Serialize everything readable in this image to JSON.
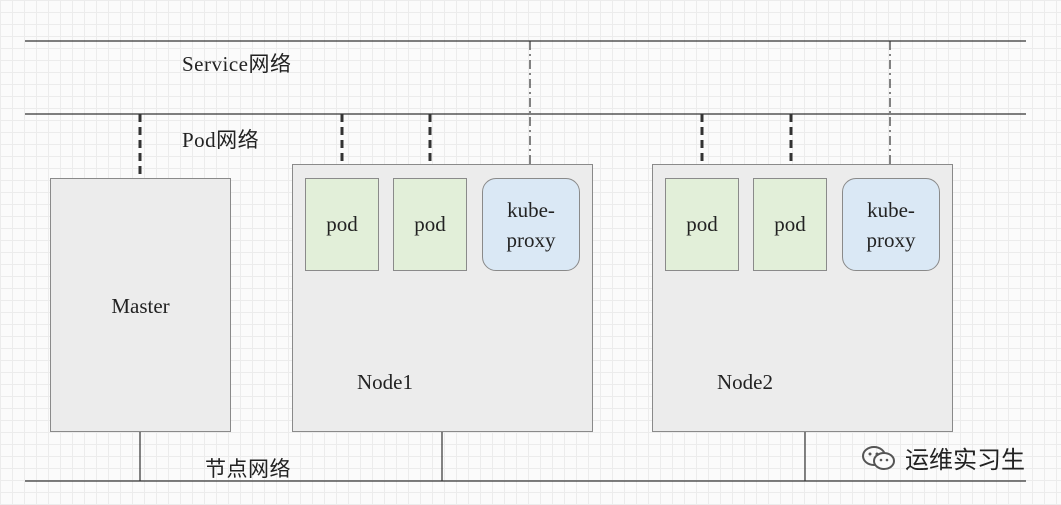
{
  "networks": {
    "service": "Service网络",
    "pod": "Pod网络",
    "node": "节点网络"
  },
  "master": {
    "label": "Master"
  },
  "nodes": [
    {
      "label": "Node1",
      "pods": [
        "pod",
        "pod"
      ],
      "proxy": {
        "line1": "kube-",
        "line2": "proxy"
      }
    },
    {
      "label": "Node2",
      "pods": [
        "pod",
        "pod"
      ],
      "proxy": {
        "line1": "kube-",
        "line2": "proxy"
      }
    }
  ],
  "watermark": {
    "text": "运维实习生"
  },
  "colors": {
    "pod_fill": "#e2efd9",
    "proxy_fill": "#dae8f5",
    "box_fill": "#ececec",
    "line": "#333333"
  }
}
